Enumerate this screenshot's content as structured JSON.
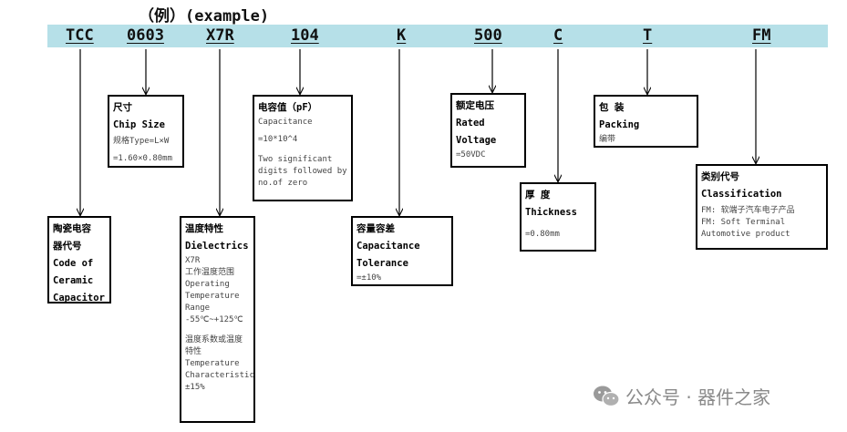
{
  "title": "（例）(example)",
  "codes": {
    "tcc": "TCC",
    "size": "0603",
    "dielectric": "X7R",
    "cap": "104",
    "tol": "K",
    "voltage": "500",
    "thick": "C",
    "pack": "T",
    "cls": "FM"
  },
  "boxes": {
    "ceramic": {
      "t1": "陶瓷电容",
      "t2": "器代号",
      "t3": "Code of",
      "t4": "Ceramic",
      "t5": "Capacitor"
    },
    "size": {
      "t1": "尺寸",
      "t2": "Chip Size",
      "n1": "规格Type=L×W",
      "n2": "=1.60×0.80mm"
    },
    "dielectric": {
      "t1": "温度特性",
      "t2": "Dielectrics",
      "n1": "X7R",
      "n2": "工作温度范围",
      "n3": "Operating",
      "n4": "Temperature",
      "n5": "Range",
      "n6": "-55℃~+125℃",
      "n7": "温度系数或温度",
      "n8": "特性",
      "n9": "Temperature",
      "n10": "Characteristic",
      "n11": "±15%"
    },
    "cap": {
      "t1": "电容值（pF）",
      "n1": "Capacitance",
      "n2": "=10*10^4",
      "n3": "Two significant",
      "n4": "digits followed by",
      "n5": "no.of zero"
    },
    "tol": {
      "t1": "容量容差",
      "t2": "Capacitance",
      "t3": "Tolerance",
      "n1": "=±10%"
    },
    "voltage": {
      "t1": "额定电压",
      "t2": "Rated",
      "t3": "Voltage",
      "n1": "=50VDC"
    },
    "thick": {
      "t1": "厚 度",
      "t2": "Thickness",
      "n1": "=0.80mm"
    },
    "pack": {
      "t1": "包 装",
      "t2": "Packing",
      "n1": "编带"
    },
    "cls": {
      "t1": "类别代号",
      "t2": "Classification",
      "n1": "FM: 软端子汽车电子产品",
      "n2": "FM: Soft Terminal",
      "n3": "Automotive product"
    }
  },
  "watermark": {
    "text": "公众号 · 器件之家",
    "icon": "wechat-icon"
  }
}
